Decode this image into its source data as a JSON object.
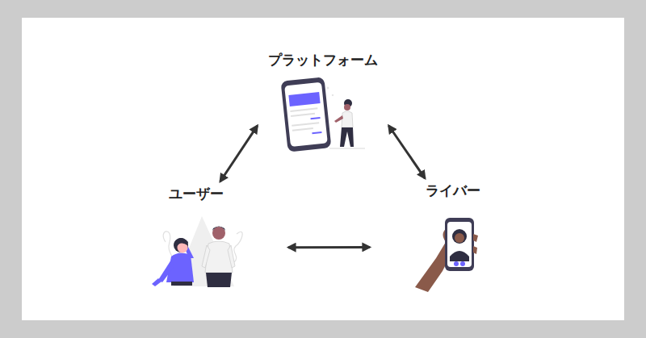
{
  "diagram": {
    "nodes": [
      {
        "text": [
          "プラットフォーム"
        ]
      },
      {
        "text": [
          "ユーザー"
        ]
      },
      {
        "text": [
          "ライバー"
        ]
      }
    ],
    "edges": [
      {
        "from": 0,
        "to": 1,
        "arrow": "both"
      },
      {
        "from": 0,
        "to": 2,
        "arrow": "both"
      },
      {
        "from": 1,
        "to": 2,
        "arrow": "both"
      }
    ]
  }
}
